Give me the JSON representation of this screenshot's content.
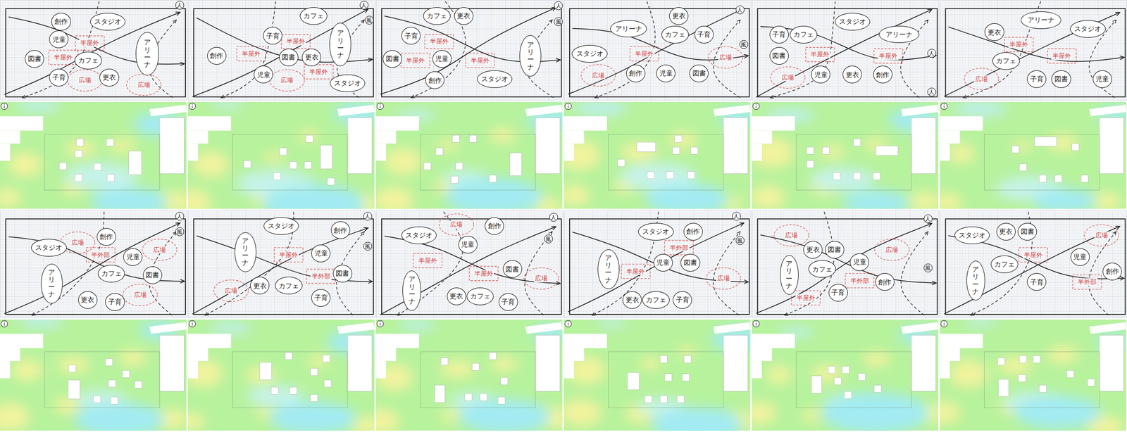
{
  "diagram": {
    "nodes": [
      {
        "text": [
          "創作"
        ]
      },
      {
        "text": [
          "スタジオ"
        ]
      },
      {
        "text": [
          "児童"
        ]
      },
      {
        "text": [
          "アリーナ"
        ]
      },
      {
        "text": [
          "図書"
        ]
      },
      {
        "text": [
          "カフェ"
        ]
      },
      {
        "text": [
          "子育"
        ]
      },
      {
        "text": [
          "更衣"
        ]
      },
      {
        "text": [
          "創作"
        ]
      },
      {
        "text": [
          "子育"
        ]
      },
      {
        "text": [
          "カフェ"
        ]
      },
      {
        "text": [
          "図書"
        ]
      },
      {
        "text": [
          "更衣"
        ]
      },
      {
        "text": [
          "児童"
        ]
      },
      {
        "text": [
          "アリーナ"
        ]
      },
      {
        "text": [
          "スタジオ"
        ]
      },
      {
        "text": [
          "カフェ"
        ]
      },
      {
        "text": [
          "更衣"
        ]
      },
      {
        "text": [
          "子育"
        ]
      },
      {
        "text": [
          "図書"
        ]
      },
      {
        "text": [
          "児童"
        ]
      },
      {
        "text": [
          "創作"
        ]
      },
      {
        "text": [
          "スタジオ"
        ]
      },
      {
        "text": [
          "アリーナ"
        ]
      },
      {
        "text": [
          "アリーナ"
        ]
      },
      {
        "text": [
          "更衣"
        ]
      },
      {
        "text": [
          "カフェ"
        ]
      },
      {
        "text": [
          "子育"
        ]
      },
      {
        "text": [
          "スタジオ"
        ]
      },
      {
        "text": [
          "創作"
        ]
      },
      {
        "text": [
          "児童"
        ]
      },
      {
        "text": [
          "図書"
        ]
      },
      {
        "text": [
          "子育"
        ]
      },
      {
        "text": [
          "カフェ"
        ]
      },
      {
        "text": [
          "スタジオ"
        ]
      },
      {
        "text": [
          "アリーナ"
        ]
      },
      {
        "text": [
          "図書"
        ]
      },
      {
        "text": [
          "児童"
        ]
      },
      {
        "text": [
          "更衣"
        ]
      },
      {
        "text": [
          "創作"
        ]
      },
      {
        "text": [
          "アリーナ"
        ]
      },
      {
        "text": [
          "更衣"
        ]
      },
      {
        "text": [
          "スタジオ"
        ]
      },
      {
        "text": [
          "カフェ"
        ]
      },
      {
        "text": [
          "子育"
        ]
      },
      {
        "text": [
          "図書"
        ]
      },
      {
        "text": [
          "児童"
        ]
      },
      {
        "text": [
          "スタジオ"
        ]
      },
      {
        "text": [
          "創作"
        ]
      },
      {
        "text": [
          "アリーナ"
        ]
      },
      {
        "text": [
          "児童"
        ]
      },
      {
        "text": [
          "カフェ"
        ]
      },
      {
        "text": [
          "図書"
        ]
      },
      {
        "text": [
          "更衣"
        ]
      },
      {
        "text": [
          "子育"
        ]
      },
      {
        "text": [
          "スタジオ"
        ]
      },
      {
        "text": [
          "創作"
        ]
      },
      {
        "text": [
          "アリーナ"
        ]
      },
      {
        "text": [
          "児童"
        ]
      },
      {
        "text": [
          "図書"
        ]
      },
      {
        "text": [
          "更衣"
        ]
      },
      {
        "text": [
          "カフェ"
        ]
      },
      {
        "text": [
          "子育"
        ]
      },
      {
        "text": [
          "スタジオ"
        ]
      },
      {
        "text": [
          "創作"
        ]
      },
      {
        "text": [
          "児童"
        ]
      },
      {
        "text": [
          "図書"
        ]
      },
      {
        "text": [
          "アリーナ"
        ]
      },
      {
        "text": [
          "更衣"
        ]
      },
      {
        "text": [
          "カフェ"
        ]
      },
      {
        "text": [
          "子育"
        ]
      },
      {
        "text": [
          "スタジオ"
        ]
      },
      {
        "text": [
          "創作"
        ]
      },
      {
        "text": [
          "アリーナ"
        ]
      },
      {
        "text": [
          "児童"
        ]
      },
      {
        "text": [
          "図書"
        ]
      },
      {
        "text": [
          "更衣"
        ]
      },
      {
        "text": [
          "カフェ"
        ]
      },
      {
        "text": [
          "子育"
        ]
      },
      {
        "text": [
          "更衣"
        ]
      },
      {
        "text": [
          "図書"
        ]
      },
      {
        "text": [
          "アリーナ"
        ]
      },
      {
        "text": [
          "児童"
        ]
      },
      {
        "text": [
          "カフェ"
        ]
      },
      {
        "text": [
          "創作"
        ]
      },
      {
        "text": [
          "子育"
        ]
      },
      {
        "text": [
          "スタジオ"
        ]
      },
      {
        "text": [
          "更衣"
        ]
      },
      {
        "text": [
          "図書"
        ]
      },
      {
        "text": [
          "児童"
        ]
      },
      {
        "text": [
          "アリーナ"
        ]
      },
      {
        "text": [
          "カフェ"
        ]
      },
      {
        "text": [
          "子育"
        ]
      },
      {
        "text": [
          "創作"
        ]
      }
    ],
    "labels": [
      "半屋外",
      "半屋外",
      "広場",
      "広場",
      "人",
      "半屋外",
      "半屋外",
      "半屋外",
      "広場",
      "人",
      "風",
      "半屋外",
      "半屋外",
      "半屋外",
      "人",
      "風",
      "半屋外",
      "広場",
      "広場",
      "人",
      "風",
      "半屋外",
      "広場",
      "半屋外",
      "人",
      "人",
      "半屋外",
      "半屋外",
      "広場",
      "広場",
      "半外部",
      "広場",
      "広場",
      "人",
      "風",
      "半屋外",
      "半外部",
      "広場",
      "人",
      "風",
      "広場",
      "半屋外",
      "半屋外",
      "広場",
      "人",
      "風",
      "半外部",
      "半屋外",
      "広場",
      "人",
      "風",
      "広場",
      "広場",
      "半外部",
      "半屋外",
      "人",
      "風",
      "半屋外",
      "広場",
      "半外部"
    ]
  }
}
